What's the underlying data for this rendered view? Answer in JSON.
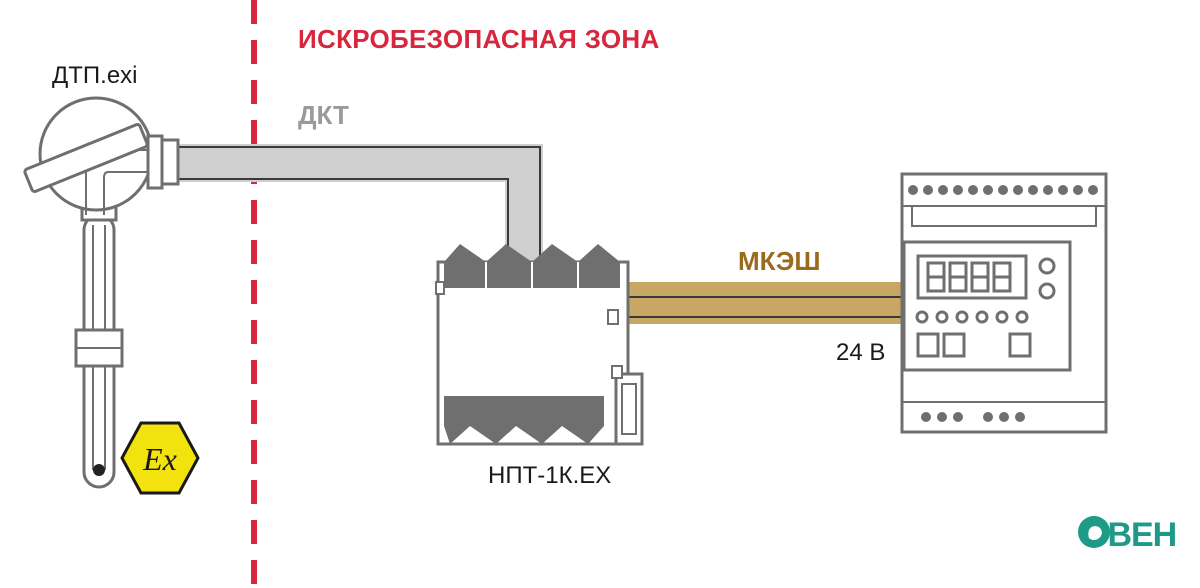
{
  "zone_title": "ИСКРОБЕЗОПАСНАЯ ЗОНА",
  "sensor_label": "ДТП.exi",
  "cable1_label": "ДКТ",
  "cable2_label": "МКЭШ",
  "voltage_label": "24 В",
  "barrier_label": "НПТ-1К.EX",
  "ex_symbol": "Ex",
  "logo_text": "ОВЕН",
  "colors": {
    "zone_red": "#d7263d",
    "cable1_gray": "#cfcfcf",
    "cable2_tan": "#c8a765",
    "label_tan": "#9a6a1e",
    "outline": "#6f6f6f",
    "ex_yellow": "#f2e20d",
    "logo_green": "#1e9a86"
  }
}
